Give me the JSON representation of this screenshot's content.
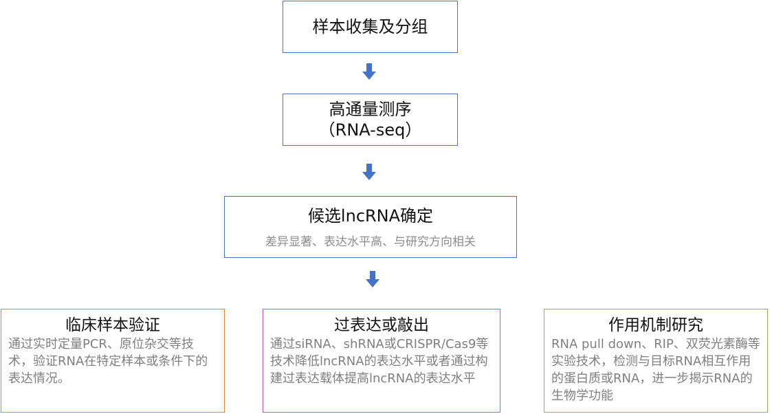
{
  "colors": {
    "main_border": "#4472c4",
    "arrow": "#4472c4",
    "clinical_border": "#ed7d31",
    "overexp_border": "#d64fb9",
    "mechanism_border": "#8fb14e",
    "secondary_text": "#7f7f7f"
  },
  "steps": {
    "collection": {
      "title": "样本收集及分组"
    },
    "sequencing": {
      "title": "高通量测序",
      "subtitle": "（RNA-seq）"
    },
    "candidate": {
      "title": "候选lncRNA确定",
      "subtitle": "差异显著、表达水平高、与研究方向相关"
    }
  },
  "branches": {
    "clinical": {
      "title": "临床样本验证",
      "body": "通过实时定量PCR、原位杂交等技术，验证RNA在特定样本或条件下的表达情况。"
    },
    "overexp": {
      "title": "过表达或敲出",
      "body": "通过siRNA、shRNA或CRISPR/Cas9等技术降低lncRNA的表达水平或者通过构建过表达载体提高lncRNA的表达水平"
    },
    "mechanism": {
      "title": "作用机制研究",
      "body": "RNA pull down、RIP、双荧光素酶等实验技术，检测与目标RNA相互作用的蛋白质或RNA，进一步揭示RNA的生物学功能"
    }
  },
  "icons": {
    "flow_arrow": "arrow-down-icon"
  }
}
